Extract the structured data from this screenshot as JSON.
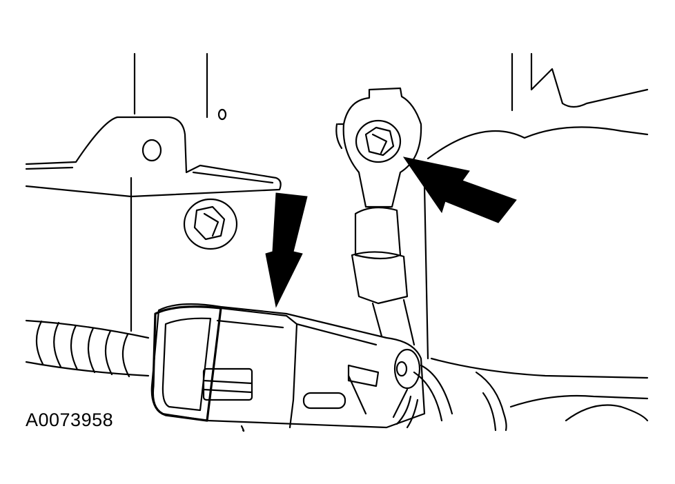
{
  "figure": {
    "id_label": "A0073958"
  },
  "colors": {
    "line": "#000000",
    "background": "#ffffff",
    "arrow": "#000000"
  },
  "callouts": [
    {
      "name": "arrow-down-connector",
      "icon": "arrow-down-icon"
    },
    {
      "name": "arrow-ground-bolt",
      "icon": "arrow-diagonal-icon"
    }
  ]
}
